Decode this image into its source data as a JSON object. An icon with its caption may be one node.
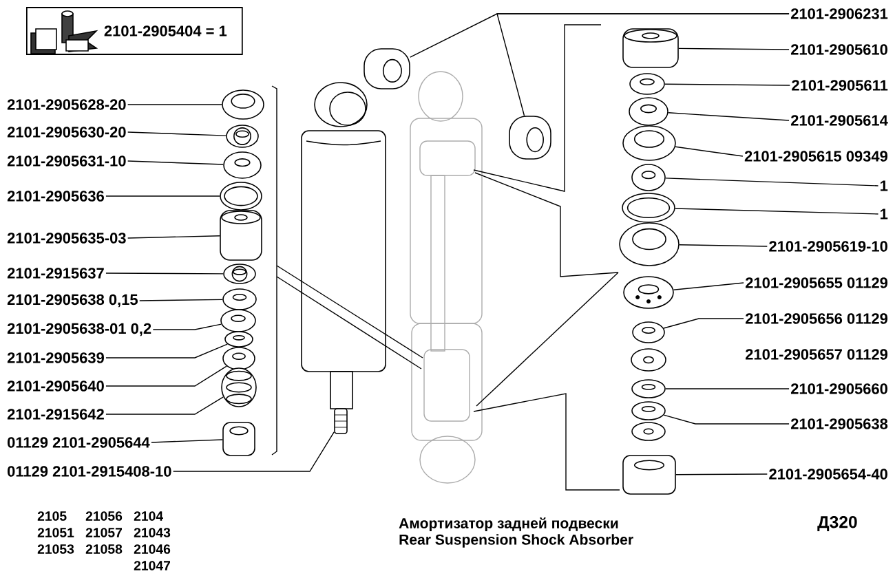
{
  "diagram": {
    "title": "Амортизатор задней подвески",
    "caption": "Rear Suspension Shock Absorber",
    "nodes": [
      {
        "text": [
          "2101-2905404 = 1"
        ]
      },
      {
        "text": [
          "2101-2905628-20"
        ]
      },
      {
        "text": [
          "2101-2905630-20"
        ]
      },
      {
        "text": [
          "2101-2905631-10"
        ]
      },
      {
        "text": [
          "2101-2905636"
        ]
      },
      {
        "text": [
          "2101-2905635-03"
        ]
      },
      {
        "text": [
          "2101-2915637"
        ]
      },
      {
        "text": [
          "2101-2905638 0,15"
        ]
      },
      {
        "text": [
          "2101-2905638-01 0,2"
        ]
      },
      {
        "text": [
          "2101-2905639"
        ]
      },
      {
        "text": [
          "2101-2905640"
        ]
      },
      {
        "text": [
          "2101-2915642"
        ]
      },
      {
        "text": [
          "01129 2101-2905644"
        ]
      },
      {
        "text": [
          "01129 2101-2915408-10"
        ]
      },
      {
        "text": [],
        "shape": "picture"
      },
      {
        "text": [],
        "shape": "picture"
      },
      {
        "text": [],
        "shape": "picture"
      },
      {
        "text": [],
        "shape": "picture"
      },
      {
        "text": [],
        "shape": "picture"
      },
      {
        "text": [],
        "shape": "picture"
      },
      {
        "text": [],
        "shape": "picture"
      },
      {
        "text": [],
        "shape": "picture"
      },
      {
        "text": [],
        "shape": "picture"
      },
      {
        "text": [],
        "shape": "picture"
      },
      {
        "text": [],
        "shape": "picture"
      },
      {
        "text": [],
        "shape": "picture"
      },
      {
        "text": [],
        "shape": "picture"
      },
      {
        "text": [
          "2101-2906231"
        ]
      },
      {
        "text": [],
        "shape": "picture"
      },
      {
        "text": [],
        "shape": "picture"
      },
      {
        "text": [
          "2101-2905610"
        ]
      },
      {
        "text": [
          "2101-2905611"
        ]
      },
      {
        "text": [
          "2101-2905614"
        ]
      },
      {
        "text": [
          "2101-2905615 09349"
        ]
      },
      {
        "text": [
          "1"
        ]
      },
      {
        "text": [
          "1"
        ]
      },
      {
        "text": [
          "2101-2905619-10"
        ]
      },
      {
        "text": [
          "2101-2905655 01129"
        ]
      },
      {
        "text": [
          "2101-2905656 01129"
        ]
      },
      {
        "text": [
          "2101-2905660"
        ]
      },
      {
        "text": [
          "2101-2905638"
        ]
      },
      {
        "text": [
          "2101-2905654-40"
        ]
      },
      {
        "text": [],
        "shape": "picture"
      },
      {
        "text": [],
        "shape": "picture"
      },
      {
        "text": [],
        "shape": "picture"
      },
      {
        "text": [],
        "shape": "picture"
      },
      {
        "text": [],
        "shape": "picture"
      },
      {
        "text": [],
        "shape": "picture"
      },
      {
        "text": [],
        "shape": "picture"
      },
      {
        "text": [],
        "shape": "picture"
      },
      {
        "text": [],
        "shape": "picture"
      },
      {
        "text": [],
        "shape": "picture"
      },
      {
        "text": [],
        "shape": "picture"
      },
      {
        "text": [],
        "shape": "picture"
      }
    ],
    "edges": [
      {
        "from": 1,
        "to": 14,
        "arrow": "none"
      },
      {
        "from": 2,
        "to": 15,
        "arrow": "none"
      },
      {
        "from": 3,
        "to": 16,
        "arrow": "none"
      },
      {
        "from": 4,
        "to": 17,
        "arrow": "none"
      },
      {
        "from": 5,
        "to": 18,
        "arrow": "none"
      },
      {
        "from": 6,
        "to": 19,
        "arrow": "none"
      },
      {
        "from": 7,
        "to": 20,
        "arrow": "none"
      },
      {
        "from": 8,
        "to": 21,
        "arrow": "none"
      },
      {
        "from": 9,
        "to": 22,
        "arrow": "none"
      },
      {
        "from": 10,
        "to": 23,
        "arrow": "none"
      },
      {
        "from": 11,
        "to": 24,
        "arrow": "none"
      },
      {
        "from": 12,
        "to": 25,
        "arrow": "none"
      },
      {
        "from": 13,
        "to": 26,
        "arrow": "none"
      },
      {
        "from": 27,
        "to": 28,
        "arrow": "none"
      },
      {
        "from": 27,
        "to": 29,
        "arrow": "none"
      },
      {
        "from": 30,
        "to": 42,
        "arrow": "none"
      },
      {
        "from": 31,
        "to": 43,
        "arrow": "none"
      },
      {
        "from": 32,
        "to": 44,
        "arrow": "none"
      },
      {
        "from": 33,
        "to": 45,
        "arrow": "none"
      },
      {
        "from": 34,
        "to": 46,
        "arrow": "none"
      },
      {
        "from": 35,
        "to": 47,
        "arrow": "none"
      },
      {
        "from": 36,
        "to": 48,
        "arrow": "none"
      },
      {
        "from": 37,
        "to": 49,
        "arrow": "none"
      },
      {
        "from": 38,
        "to": 50,
        "arrow": "none"
      },
      {
        "from": 39,
        "to": 51,
        "arrow": "none"
      },
      {
        "from": 40,
        "to": 52,
        "arrow": "none"
      },
      {
        "from": 41,
        "to": 53,
        "arrow": "none"
      }
    ],
    "labels": [
      "2101-2905657 01129",
      "2105",
      "21056",
      "2104",
      "21051",
      "21057",
      "21043",
      "21053",
      "21058",
      "21046",
      "21047",
      "Д320"
    ]
  }
}
